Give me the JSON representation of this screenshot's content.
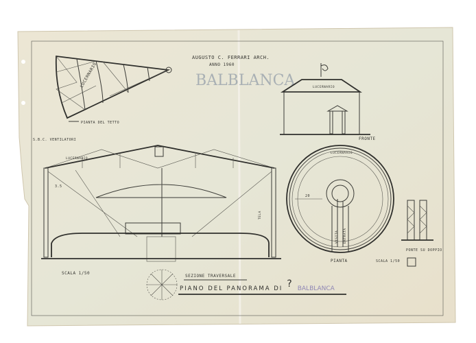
{
  "drawing": {
    "author": "AUGUSTO C. FERRARI ARCH.",
    "date_line": "ANNO 1960",
    "pencil_name": "BALBLANCA",
    "roof_plan": {
      "label": "LUCERNARIO",
      "caption": "PIANTA DEL TETTO"
    },
    "ventilators_label": "S.B.C. VENTILATORI",
    "section": {
      "skylight_label": "LUCERNARIO",
      "canvas_label": "TELA",
      "dimension": "3.5",
      "scale": "SCALA 1/50",
      "caption": "SEZIONE TRAVERSALE"
    },
    "front": {
      "roof_label": "LUCERNARIO",
      "caption": "FRONTE"
    },
    "plan": {
      "ring_label": "LUCERNARIO",
      "corridor_labels": [
        "VISITA",
        "ENTRATA"
      ],
      "caption": "PIANTA",
      "dimension": "20"
    },
    "scaffold": {
      "caption": "PONTE SU DOPPIO",
      "scale": "SCALA 1/50"
    },
    "title": "PIANO DEL PANORAMA DI",
    "title_mark": "?",
    "title_pencil": "BALBLANCA"
  },
  "colors": {
    "paper": "#e9e4d3",
    "ink": "#3a3a36",
    "pencil": "#a9b0b4",
    "violet_pencil": "#8f87b5"
  }
}
